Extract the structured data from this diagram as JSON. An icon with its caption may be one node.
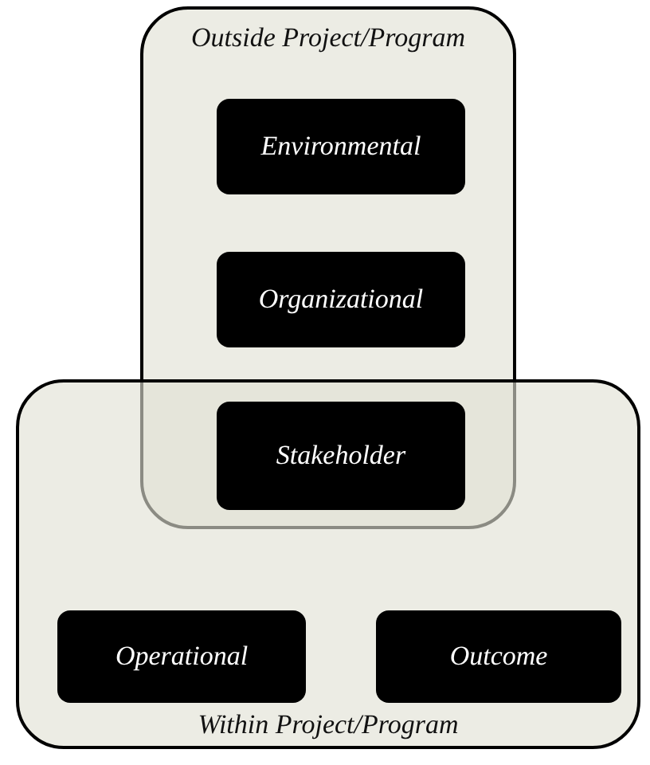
{
  "diagram": {
    "nodes": [
      {
        "text": [
          "Outside Project/Program"
        ]
      },
      {
        "text": [
          "Environmental"
        ],
        "in": 0
      },
      {
        "text": [
          "Organizational"
        ],
        "in": 0
      },
      {
        "text": [
          "Stakeholder"
        ]
      },
      {
        "text": [
          "Within Project/Program"
        ]
      },
      {
        "text": [
          "Operational"
        ],
        "in": 4
      },
      {
        "text": [
          "Outcome"
        ],
        "in": 4
      }
    ]
  }
}
